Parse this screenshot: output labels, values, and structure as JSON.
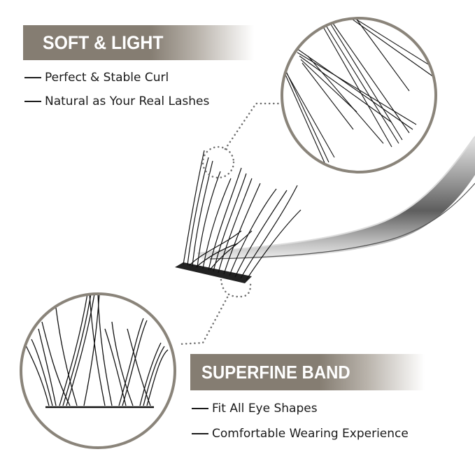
{
  "top_section": {
    "title": "SOFT & LIGHT",
    "features": [
      "Perfect & Stable Curl",
      "Natural as Your Real Lashes"
    ]
  },
  "bottom_section": {
    "title": "SUPERFINE BAND",
    "features": [
      "Fit All Eye Shapes",
      "Comfortable Wearing Experience"
    ]
  },
  "colors": {
    "banner": "#857d72",
    "circle_border": "#8a847a",
    "dots": "#6f6f6f",
    "text": "#1a1a1a"
  },
  "images": {
    "top_circle": "lash-tips-closeup",
    "bottom_circle": "lash-band-closeup",
    "center": "lash-cluster-held-by-tweezers"
  }
}
